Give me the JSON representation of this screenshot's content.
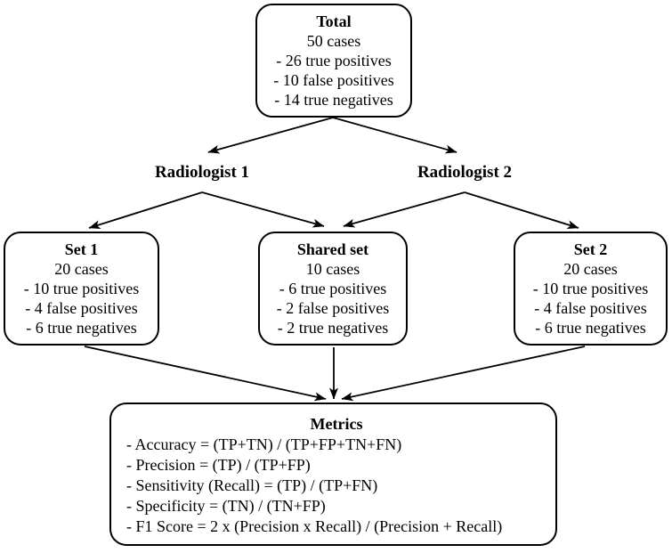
{
  "nodes": {
    "total": {
      "title": "Total",
      "lines": [
        "50 cases",
        "- 26 true positives",
        "- 10 false positives",
        "- 14 true negatives"
      ]
    },
    "set1": {
      "title": "Set 1",
      "lines": [
        "20 cases",
        "- 10 true positives",
        "- 4 false positives",
        "- 6 true negatives"
      ]
    },
    "shared": {
      "title": "Shared set",
      "lines": [
        "10 cases",
        "- 6 true positives",
        "- 2 false positives",
        "- 2 true negatives"
      ]
    },
    "set2": {
      "title": "Set 2",
      "lines": [
        "20 cases",
        "- 10 true positives",
        "- 4 false positives",
        "- 6 true negatives"
      ]
    },
    "metrics": {
      "title": "Metrics",
      "lines": [
        "- Accuracy = (TP+TN) / (TP+FP+TN+FN)",
        "- Precision = (TP) / (TP+FP)",
        "- Sensitivity (Recall) = (TP) / (TP+FN)",
        "- Specificity = (TN) / (TN+FP)",
        "- F1 Score = 2 x (Precision x Recall) / (Precision + Recall)"
      ]
    }
  },
  "labels": {
    "radiologist1": "Radiologist 1",
    "radiologist2": "Radiologist 2"
  },
  "colors": {
    "line": "#000000",
    "text": "#000000",
    "background": "#ffffff"
  }
}
